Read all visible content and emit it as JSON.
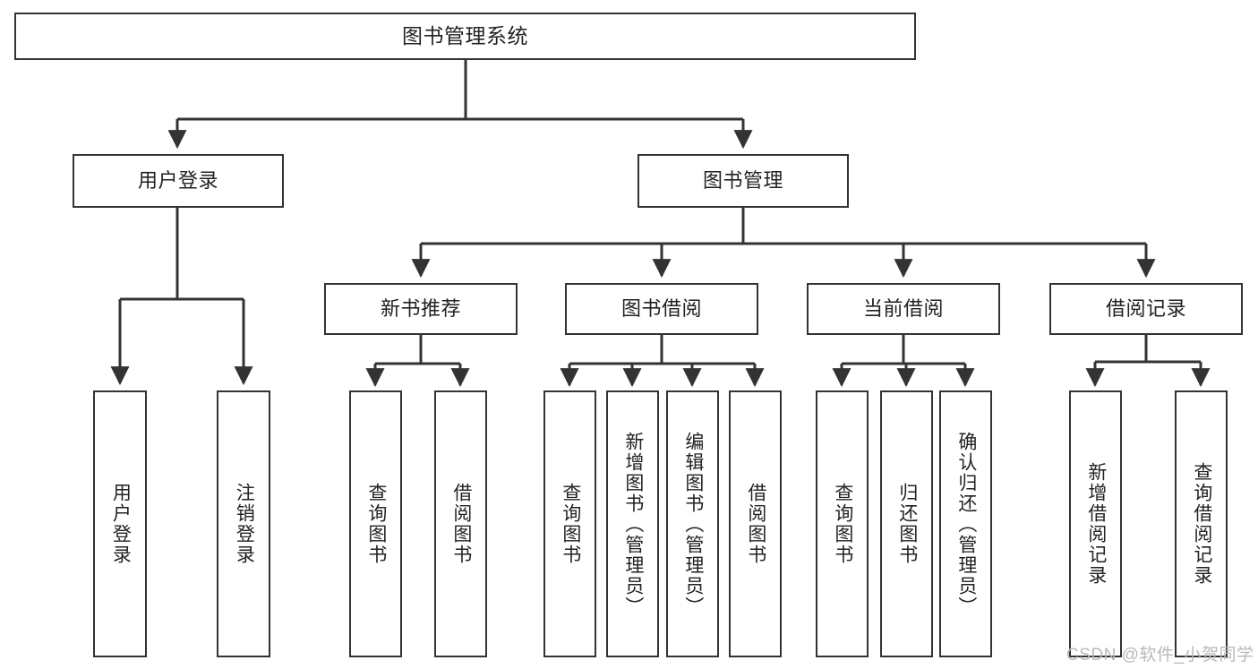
{
  "diagram": {
    "title": "图书管理系统",
    "type": "hierarchy-tree",
    "root": {
      "label": "图书管理系统"
    },
    "level2": [
      {
        "label": "用户登录"
      },
      {
        "label": "图书管理"
      }
    ],
    "level3": [
      {
        "label": "新书推荐"
      },
      {
        "label": "图书借阅"
      },
      {
        "label": "当前借阅"
      },
      {
        "label": "借阅记录"
      }
    ],
    "leaves": {
      "user_login": [
        {
          "label": "用户登录"
        },
        {
          "label": "注销登录"
        }
      ],
      "new_book_recommend": [
        {
          "label": "查询图书"
        },
        {
          "label": "借阅图书"
        }
      ],
      "book_borrow": [
        {
          "label": "查询图书"
        },
        {
          "label": "新增图书（管理员）"
        },
        {
          "label": "编辑图书（管理员）"
        },
        {
          "label": "借阅图书"
        }
      ],
      "current_borrow": [
        {
          "label": "查询图书"
        },
        {
          "label": "归还图书"
        },
        {
          "label": "确认归还（管理员）"
        }
      ],
      "borrow_record": [
        {
          "label": "新增借阅记录"
        },
        {
          "label": "查询借阅记录"
        }
      ]
    }
  },
  "watermark": {
    "text": "CSDN @软件_小贺同学"
  },
  "colors": {
    "stroke": "#333333",
    "box_fill": "#ffffff",
    "text": "#222222",
    "watermark": "#b9b9b9"
  }
}
